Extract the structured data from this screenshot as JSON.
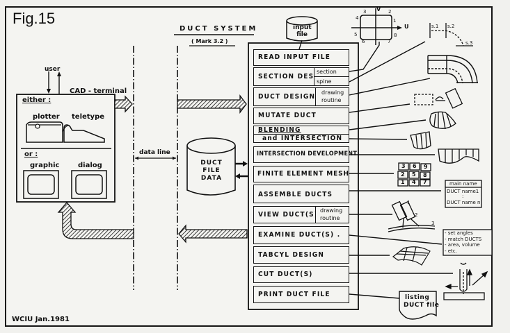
{
  "figure": {
    "label": "Fig.15",
    "footer": "WCIU  Jan.1981"
  },
  "terminal": {
    "user_label": "user",
    "cad_label": "CAD - terminal",
    "either_label": "either :",
    "plotter_label": "plotter",
    "teletype_label": "teletype",
    "or_label": "or :",
    "graphic_label": "graphic",
    "dialog_label": "dialog"
  },
  "link": {
    "data_line_label": "data line"
  },
  "system": {
    "title": "DUCT SYSTEM",
    "subtitle": "( Mark 3.2 )",
    "input_file_label": "input file",
    "input_file_lines": [
      "input",
      "file"
    ],
    "data_store_lines": [
      "DUCT",
      "FILE",
      "DATA"
    ],
    "modules": [
      {
        "label": "READ INPUT FILE"
      },
      {
        "label": "SECTION DESIGN",
        "subs": [
          "section",
          "spine"
        ]
      },
      {
        "label": "DUCT DESIGN",
        "subs": [
          "drawing",
          "routine"
        ]
      },
      {
        "label": "MUTATE DUCT"
      },
      {
        "label": "BLENDING",
        "label2": "and INTERSECTION"
      },
      {
        "label": "INTERSECTION DEVELOPMENT"
      },
      {
        "label": "FINITE ELEMENT MESH"
      },
      {
        "label": "ASSEMBLE DUCTS"
      },
      {
        "label": "VIEW DUCT(S)",
        "subs": [
          "drawing",
          "routine"
        ]
      },
      {
        "label": "EXAMINE DUCT(S) ."
      },
      {
        "label": "TABCYL DESIGN"
      },
      {
        "label": "CUT DUCT(S)"
      },
      {
        "label": "PRINT DUCT FILE"
      }
    ]
  },
  "illustrations": {
    "section_axes": {
      "v": "V",
      "u": "U",
      "points": [
        "1",
        "2",
        "3",
        "4",
        "5",
        "6",
        "7",
        "8"
      ]
    },
    "spine_points": [
      "s.1",
      "s.2",
      "s.3"
    ],
    "mesh_numbers": [
      [
        "3",
        "6",
        "9"
      ],
      [
        "2",
        "5",
        "8"
      ],
      [
        "1",
        "4",
        "7"
      ]
    ],
    "assembly_box": {
      "header": "main name",
      "rows": [
        "DUCT name1",
        ":",
        "DUCT name n"
      ]
    },
    "view_numbers": [
      "1",
      "2",
      "3"
    ],
    "examine_list": [
      "- set angles",
      "- match DUCTS",
      "- area, volume",
      "- etc."
    ],
    "listing_lines": [
      "listing",
      "DUCT file"
    ]
  }
}
